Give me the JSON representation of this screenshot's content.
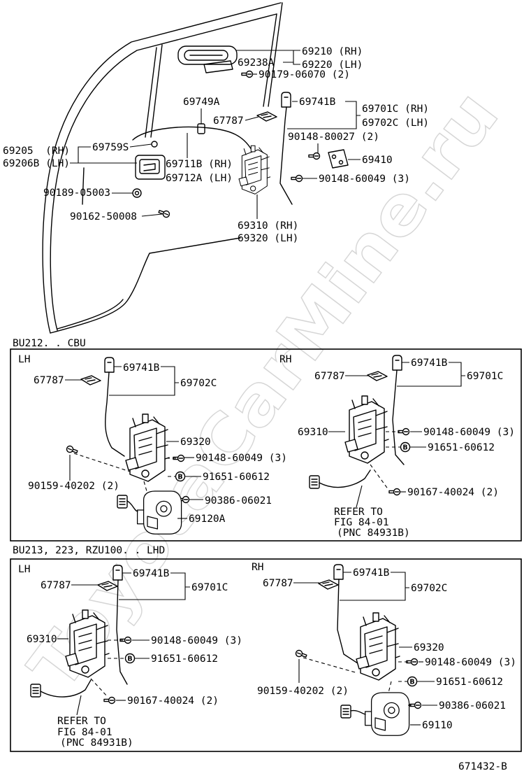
{
  "top": {
    "outside_handle_rh": "69210 (RH)",
    "handle_plate": "69238A",
    "outside_handle_lh": "69220 (LH)",
    "handle_screw": "90179-06070 (2)",
    "rod_clip_upper": "69749A",
    "knob": "69741B",
    "knob_rod_rh": "69701C (RH)",
    "pad": "67787",
    "knob_rod_lh": "69702C (LH)",
    "striker_screw": "90148-80027 (2)",
    "inside_handle_rh": "69205  (RH)",
    "rod_clip": "69759S",
    "inside_handle_lh": "69206B (LH)",
    "striker": "69410",
    "link_rod_rh": "69711B (RH)",
    "link_rod_lh": "69712A (LH)",
    "lock_screw": "90148-60049 (3)",
    "handle_nut": "90189-05003",
    "handle_screw_lower": "90162-50008",
    "lock_rh": "69310 (RH)",
    "lock_lh": "69320 (LH)"
  },
  "cbu": {
    "title": "BU212. . CBU",
    "lh": {
      "side": "LH",
      "knob": "69741B",
      "pad": "67787",
      "knob_rod": "69702C",
      "lock": "69320",
      "lock_screw": "90148-60049 (3)",
      "clip": "91651-60612",
      "bolt": "90159-40202 (2)",
      "actuator_screw": "90386-06021",
      "actuator": "69120A"
    },
    "rh": {
      "side": "RH",
      "knob": "69741B",
      "pad": "67787",
      "knob_rod": "69701C",
      "lock": "69310",
      "lock_screw": "90148-60049 (3)",
      "clip": "91651-60612",
      "wire_screw": "90167-40024 (2)",
      "refer_line1": "REFER TO",
      "refer_line2": "FIG 84-01",
      "refer_line3": "(PNC 84931B)"
    }
  },
  "lhd": {
    "title": "BU213, 223, RZU100. . LHD",
    "lh": {
      "side": "LH",
      "knob": "69741B",
      "pad": "67787",
      "knob_rod": "69701C",
      "lock": "69310",
      "lock_screw": "90148-60049 (3)",
      "clip": "91651-60612",
      "wire_screw": "90167-40024 (2)",
      "refer_line1": "REFER TO",
      "refer_line2": "FIG 84-01",
      "refer_line3": "(PNC 84931B)"
    },
    "rh": {
      "side": "RH",
      "knob": "69741B",
      "pad": "67787",
      "knob_rod": "69702C",
      "lock": "69320",
      "lock_screw": "90148-60049 (3)",
      "clip": "91651-60612",
      "bolt": "90159-40202 (2)",
      "actuator_screw": "90386-06021",
      "actuator": "69110"
    }
  },
  "circle_mark": "B",
  "diagram_code": "671432-B",
  "watermark": "ToyotaCarMine.ru"
}
